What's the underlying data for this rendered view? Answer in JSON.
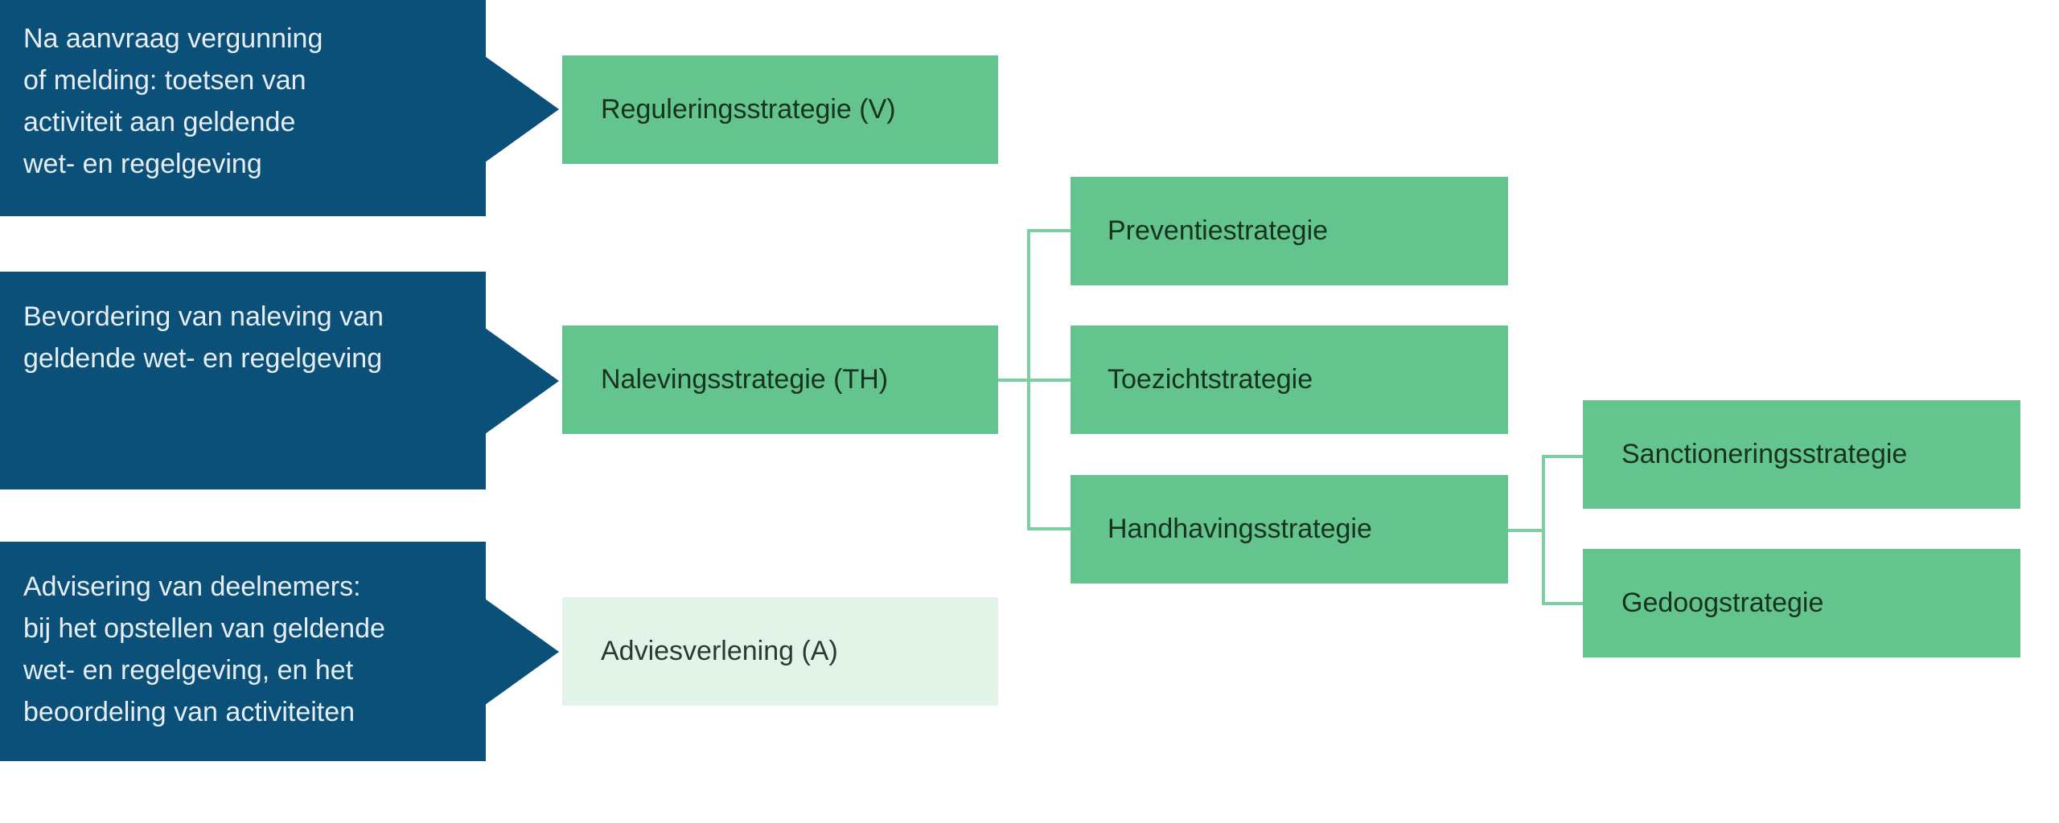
{
  "descriptions": [
    {
      "lines": [
        "Na aanvraag vergunning",
        "of melding: toetsen van",
        "activiteit aan geldende",
        "wet- en regelgeving"
      ]
    },
    {
      "lines": [
        "Bevordering van naleving van",
        "geldende wet- en regelgeving"
      ]
    },
    {
      "lines": [
        "Advisering van deelnemers:",
        "bij het opstellen van geldende",
        "wet- en regelgeving, en het",
        "beoordeling van activiteiten"
      ]
    }
  ],
  "strategies": {
    "regulering": "Reguleringsstrategie (V)",
    "naleving": "Nalevingsstrategie (TH)",
    "advies": "Adviesverlening (A)",
    "preventie": "Preventiestrategie",
    "toezicht": "Toezichtstrategie",
    "handhaving": "Handhavingsstrategie",
    "sanctionering": "Sanctioneringsstrategie",
    "gedoog": "Gedoogstrategie"
  },
  "colors": {
    "blue": "#0b5078",
    "green": "#64c48e",
    "light_green": "#e2f3e8",
    "connector": "#7ccfa2"
  }
}
